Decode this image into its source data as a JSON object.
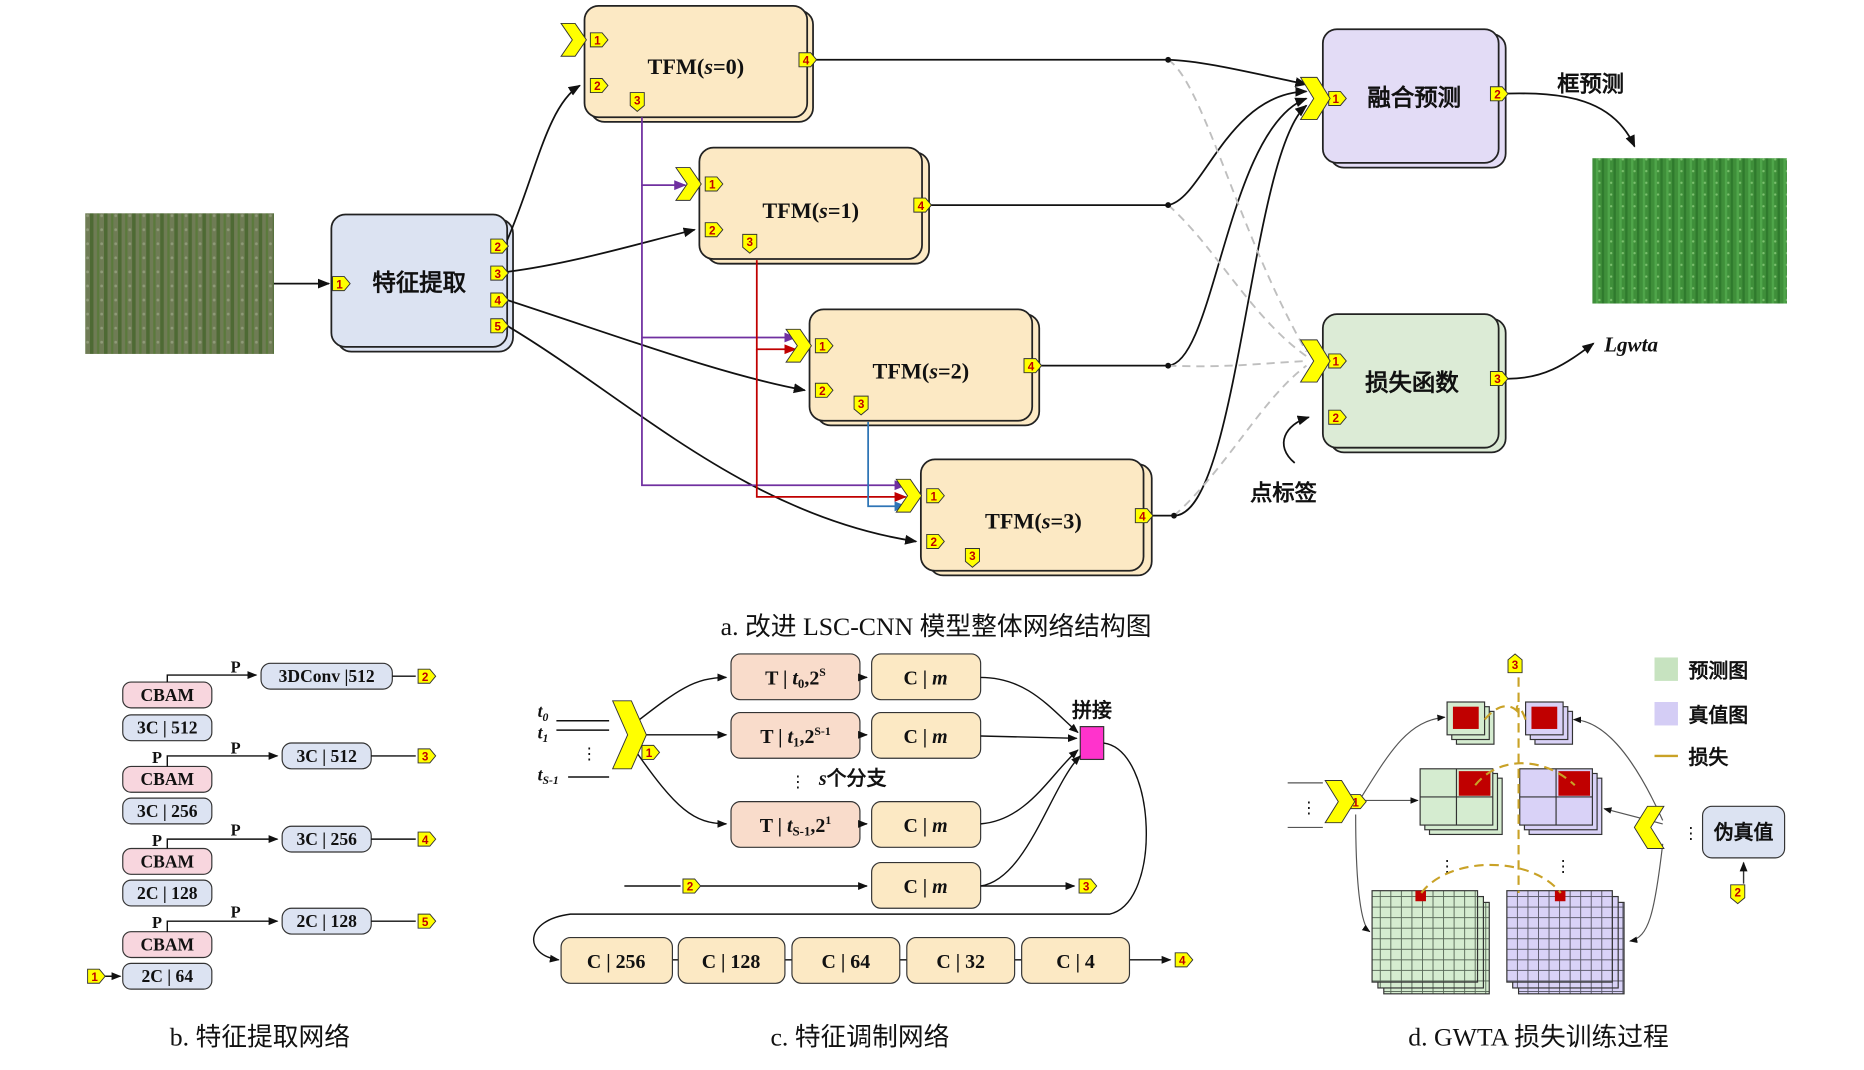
{
  "colors": {
    "tfm_fill": "#fce9c4",
    "feature_fill": "#dce3f2",
    "fusion_fill": "#e3dcf6",
    "loss_fill": "#dcebd6",
    "port_yellow": "#ffff00",
    "port_text": "#c00000",
    "arrow_purple": "#7030a0",
    "arrow_red": "#c00000",
    "arrow_blue": "#2e75b6",
    "cbam_fill": "#f8d6de",
    "conv_fill": "#dce3f2",
    "concat_pink": "#ff33cc",
    "pred_legend": "#c7e3c0",
    "truth_legend": "#d4cdf5",
    "loss_legend": "#c9a227"
  },
  "panel_a": {
    "tfm_blocks": [
      {
        "label": "TFM(",
        "s": "s",
        "rest": "=0)"
      },
      {
        "label": "TFM(",
        "s": "s",
        "rest": "=1)"
      },
      {
        "label": "TFM(",
        "s": "s",
        "rest": "=2)"
      },
      {
        "label": "TFM(",
        "s": "s",
        "rest": "=3)"
      }
    ],
    "feature_block": "特征提取",
    "fusion_block": "融合预测",
    "loss_block": "损失函数",
    "box_pred_label": "框预测",
    "point_label": "点标签",
    "loss_output": "Lgwta",
    "caption": "a. 改进 LSC-CNN 模型整体网络结构图",
    "port_numbers": [
      "1",
      "2",
      "3",
      "4",
      "5"
    ]
  },
  "panel_b": {
    "caption": "b. 特征提取网络",
    "left_column": [
      "CBAM",
      "3C | 512",
      "CBAM",
      "3C | 256",
      "CBAM",
      "2C | 128",
      "CBAM",
      "2C | 64"
    ],
    "p_label": "P",
    "right_blocks": [
      "3DConv |512",
      "3C | 512",
      "3C | 256",
      "2C | 128"
    ]
  },
  "panel_c": {
    "caption": "c. 特征调制网络",
    "inputs": [
      {
        "t": "t",
        "sub": "0"
      },
      {
        "t": "t",
        "sub": "1"
      },
      {
        "t": "t",
        "sub": "S-1"
      }
    ],
    "branch_t": [
      {
        "pre": "T | ",
        "t": "t",
        "sub": "0",
        "post": ",2",
        "sup": "S"
      },
      {
        "pre": "T | ",
        "t": "t",
        "sub": "1",
        "post": ",2",
        "sup": "S-1"
      },
      {
        "pre": "T | ",
        "t": "t",
        "sub": "S-1",
        "post": ",2",
        "sup": "1"
      }
    ],
    "branch_c": {
      "pre": "C | ",
      "m": "m"
    },
    "concat_label": "拼接",
    "branch_count_s": "s",
    "branch_count_text": "个分支",
    "bottom_chain": [
      "C | 256",
      "C | 128",
      "C | 64",
      "C | 32",
      "C | 4"
    ]
  },
  "panel_d": {
    "caption": "d. GWTA 损失训练过程",
    "legend": [
      "预测图",
      "真值图",
      "损失"
    ],
    "pseudo_truth": "伪真值"
  }
}
